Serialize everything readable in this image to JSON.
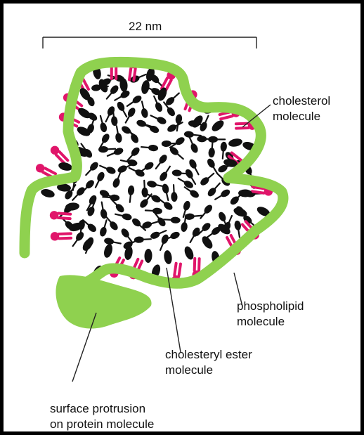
{
  "diagram": {
    "scale_label": "22 nm",
    "labels": {
      "cholesterol": [
        "cholesterol",
        "molecule"
      ],
      "phospholipid": [
        "phospholipid",
        "molecule"
      ],
      "cholesteryl_ester": [
        "cholesteryl ester",
        "molecule"
      ],
      "surface_protrusion": [
        "surface protrusion",
        "on protein molecule"
      ]
    },
    "colors": {
      "protein": "#8fd14f",
      "phospholipid": "#e0156a",
      "molecule": "#111111",
      "border": "#000000"
    },
    "icons": {
      "protein": "protein-band",
      "phospholipid": "phospholipid-icon",
      "cholesterol": "cholesterol-icon",
      "ester": "cholesteryl-ester-icon"
    }
  }
}
